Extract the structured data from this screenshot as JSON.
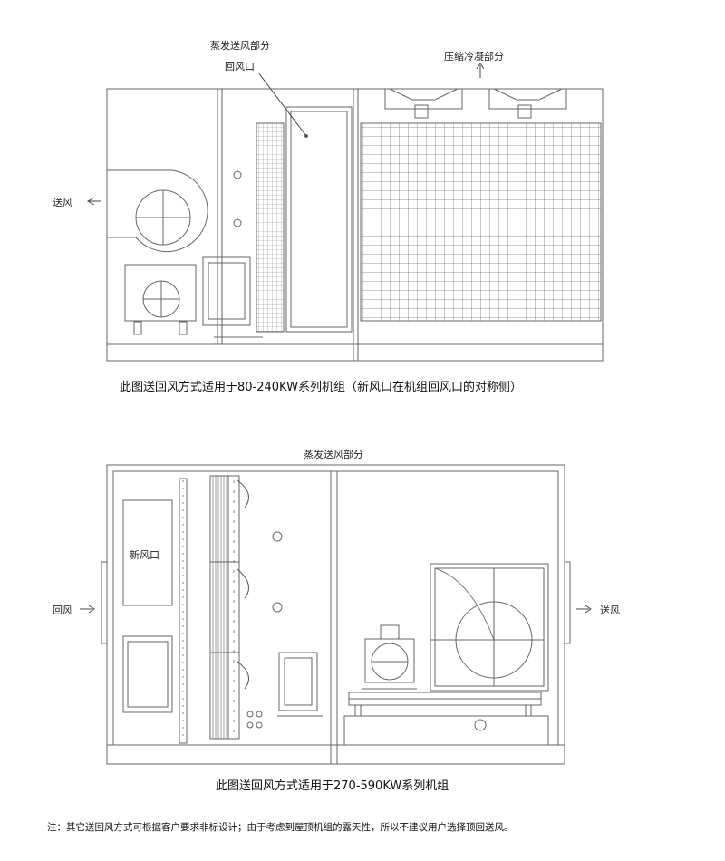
{
  "diagram1": {
    "labels": {
      "evap_section": "蒸发送风部分",
      "return_air": "回风口",
      "compress_section": "压缩冷凝部分",
      "supply": "送风"
    },
    "caption": "此图送回风方式适用于80-240KW系列机组（新风口在机组回风口的对称侧）"
  },
  "diagram2": {
    "labels": {
      "evap_section": "蒸发送风部分",
      "fresh_air": "新风口",
      "return_air": "回风",
      "supply": "送风"
    },
    "caption": "此图送回风方式适用于270-590KW系列机组"
  },
  "note": "注：其它送回风方式可根据客户要求非标设计；由于考虑到屋顶机组的露天性，所以不建议用户选择顶回送风。"
}
